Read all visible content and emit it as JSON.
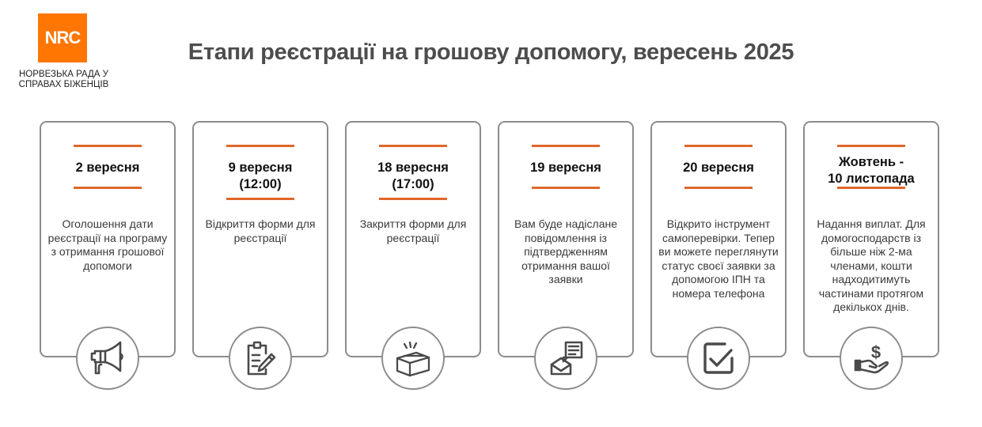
{
  "logo": {
    "text": "NRC",
    "color": "#ff7602"
  },
  "org": {
    "line1": "НОРВЕЗЬКА РАДА У",
    "line2": "СПРАВАХ БІЖЕНЦІВ"
  },
  "title": "Етапи реєстрації на грошову допомогу, вересень 2025",
  "colors": {
    "accent": "#e0672a",
    "border": "#8c8c8c",
    "title": "#4d4d4d"
  },
  "steps": [
    {
      "date_line1": "2 вересня",
      "date_line2": "",
      "description": "Оголошення дати реєстрації на програму з отримання грошової допомоги",
      "icon": "megaphone-icon"
    },
    {
      "date_line1": "9 вересня",
      "date_line2": "(12:00)",
      "description": "Відкриття форми для реєстрації",
      "icon": "clipboard-edit-icon"
    },
    {
      "date_line1": "18 вересня",
      "date_line2": "(17:00)",
      "description": "Закриття форми для реєстрації",
      "icon": "box-icon"
    },
    {
      "date_line1": "19 вересня",
      "date_line2": "",
      "description": "Вам буде надіслане повідомлення із підтвердженням отримання вашої заявки",
      "icon": "envelope-message-icon"
    },
    {
      "date_line1": "20 вересня",
      "date_line2": "",
      "description": "Відкрито інструмент самоперевірки. Тепер ви можете переглянути статус своєї заявки за допомогою ІПН та номера телефона",
      "icon": "checkbox-icon"
    },
    {
      "date_line1": "Жовтень -",
      "date_line2": "10 листопада",
      "description": "Надання виплат. Для домогосподарств із більше ніж 2-ма членами, кошти надходитимуть частинами протягом декількох днів.",
      "icon": "hand-money-icon"
    }
  ]
}
